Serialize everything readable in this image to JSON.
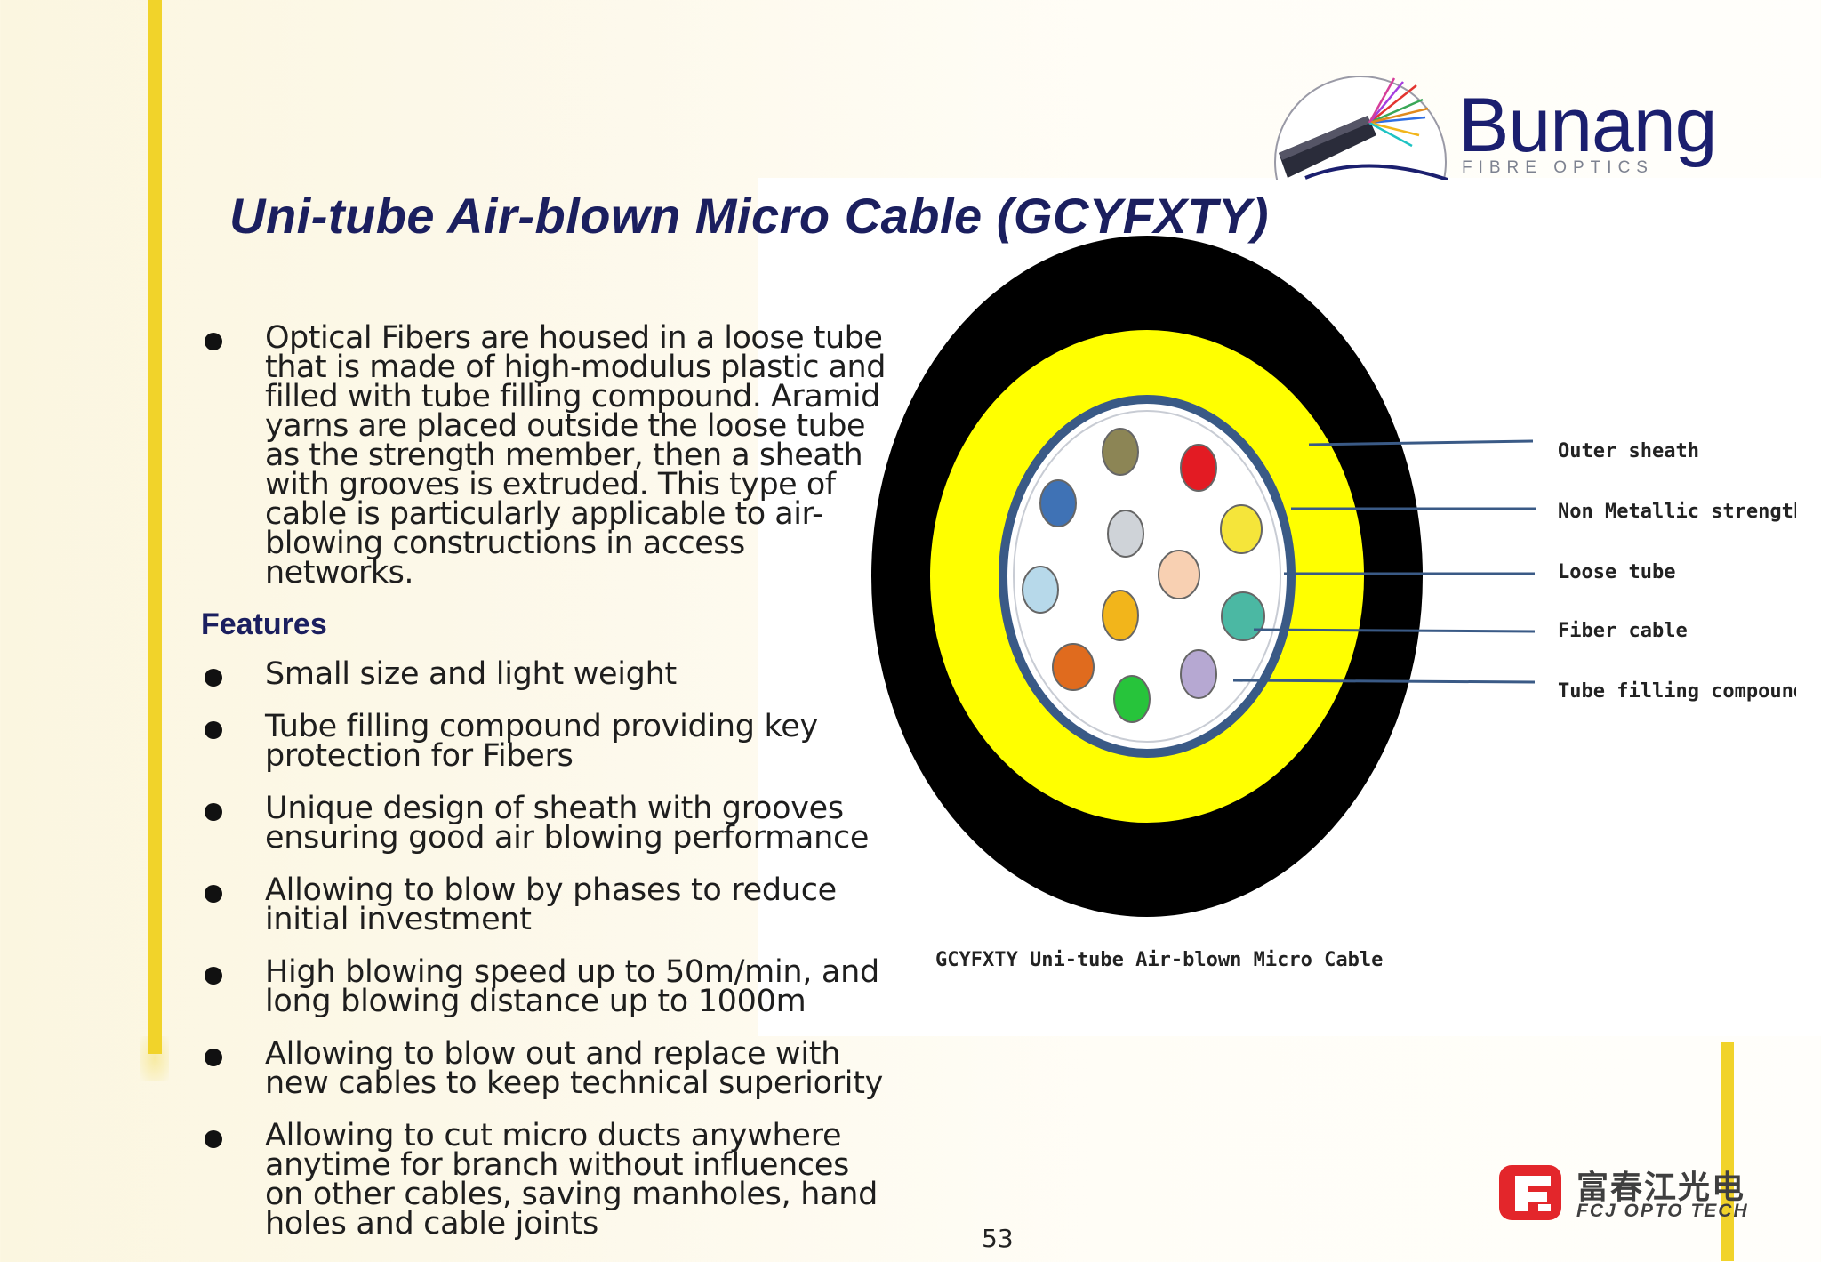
{
  "brand": {
    "name": "Bunang",
    "tagline": "FIBRE OPTICS"
  },
  "title": "Uni-tube Air-blown Micro Cable (GCYFXTY)",
  "intro": "Optical Fibers are housed in a loose tube that is made of high-modulus plastic and filled with tube filling compound. Aramid yarns are placed outside the loose tube as the strength member, then a sheath with grooves is extruded. This type of cable is particularly applicable to air-blowing constructions in access networks.",
  "features_heading": "Features",
  "features": [
    "Small size and light weight",
    "Tube filling compound providing key protection for Fibers",
    "Unique design of sheath with grooves ensuring good air blowing performance",
    "Allowing to blow by phases to reduce initial investment",
    "High blowing speed up to 50m/min, and long blowing distance up to 1000m",
    "Allowing to blow out and replace with new cables to keep technical superiority",
    "Allowing to cut micro ducts anywhere anytime for branch without influences on other cables, saving manholes, hand holes and cable joints"
  ],
  "diagram": {
    "labels": [
      "Outer sheath",
      "Non Metallic strength",
      "Loose tube",
      "Fiber cable",
      "Tube filling compound"
    ],
    "caption": "GCYFXTY Uni-tube Air-blown Micro Cable",
    "colors": {
      "outer_sheath": "#000000",
      "strength_layer": "#ffff00",
      "loose_tube": "#3a5a86",
      "filling": "#ffffff"
    },
    "fiber_colors": [
      "#8c8555",
      "#e31b23",
      "#3f72b5",
      "#cfd3d8",
      "#f5e53a",
      "#f8d0b2",
      "#b7d9ea",
      "#f2b51b",
      "#4bb8a3",
      "#e06b1e",
      "#27c43b",
      "#b6a8d2"
    ]
  },
  "page_number": "53",
  "footer_logo": {
    "chinese": "富春江光电",
    "english": "FCJ OPTO TECH"
  }
}
